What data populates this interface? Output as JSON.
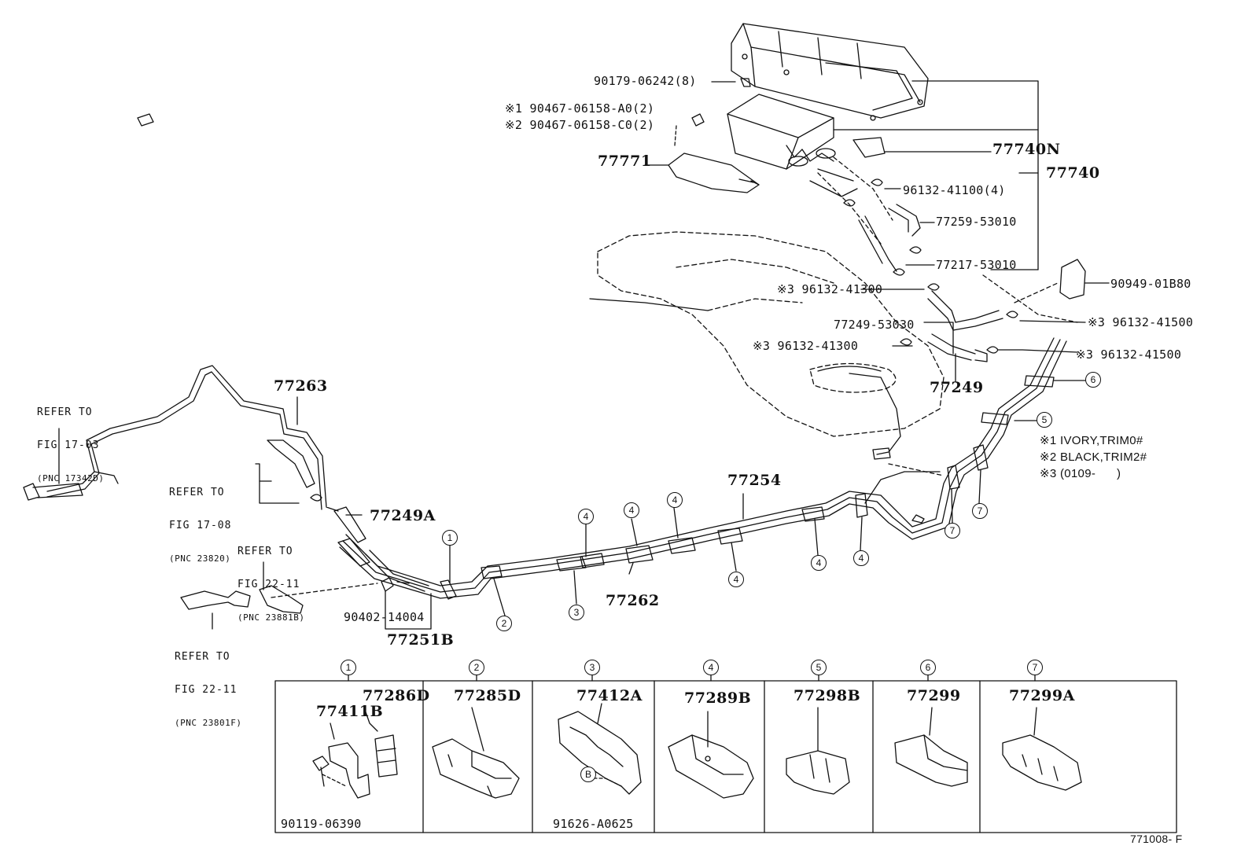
{
  "diagram_code": "771008- F",
  "parts": {
    "p_77740": "77740",
    "p_77740N": "77740N",
    "p_77771": "77771",
    "p_90179": "90179-06242(8)",
    "p_90467_a": "※1 90467-06158-A0(2)",
    "p_90467_c": "※2 90467-06158-C0(2)",
    "p_96132_41100": "96132-41100(4)",
    "p_77259": "77259-53010",
    "p_77217": "77217-53010",
    "p_90949": "90949-01B80",
    "p_96132_41300_a": "※3 96132-41300",
    "p_96132_41300_b": "※3 96132-41300",
    "p_77249_53030": "77249-53030",
    "p_96132_41500_a": "※3 96132-41500",
    "p_96132_41500_b": "※3 96132-41500",
    "p_77249": "77249",
    "p_77263": "77263",
    "p_77249A": "77249A",
    "p_77254": "77254",
    "p_77262": "77262",
    "p_90402": "90402-14004",
    "p_77251B": "77251B"
  },
  "notes": {
    "n1": "※1 IVORY,TRIM0#",
    "n2": "※2 BLACK,TRIM2#",
    "n3": "※3 (0109-      )"
  },
  "refs": {
    "r1": {
      "l1": "REFER TO",
      "l2": "FIG 17-03",
      "l3": "(PNC 17342D)"
    },
    "r2": {
      "l1": "REFER TO",
      "l2": "FIG 17-08",
      "l3": "(PNC 23820)"
    },
    "r3": {
      "l1": "REFER TO",
      "l2": "FIG 22-11",
      "l3": "(PNC 23881B)"
    },
    "r4": {
      "l1": "REFER TO",
      "l2": "FIG 22-11",
      "l3": "(PNC 23801F)"
    }
  },
  "callouts": {
    "c1": "1",
    "c2": "2",
    "c3": "3",
    "c4": "4",
    "c5": "5",
    "c6": "6",
    "c7": "7",
    "cB": "B"
  },
  "table": {
    "headers": [
      "1",
      "2",
      "3",
      "4",
      "5",
      "6",
      "7"
    ],
    "cell1": {
      "a": "77286D",
      "b": "77411B",
      "c": "90119-06390"
    },
    "cell2": {
      "a": "77285D"
    },
    "cell3": {
      "a": "77412A",
      "b": "91626-A0625",
      "mark": "B"
    },
    "cell4": {
      "a": "77289B"
    },
    "cell5": {
      "a": "77298B"
    },
    "cell6": {
      "a": "77299"
    },
    "cell7": {
      "a": "77299A"
    }
  }
}
